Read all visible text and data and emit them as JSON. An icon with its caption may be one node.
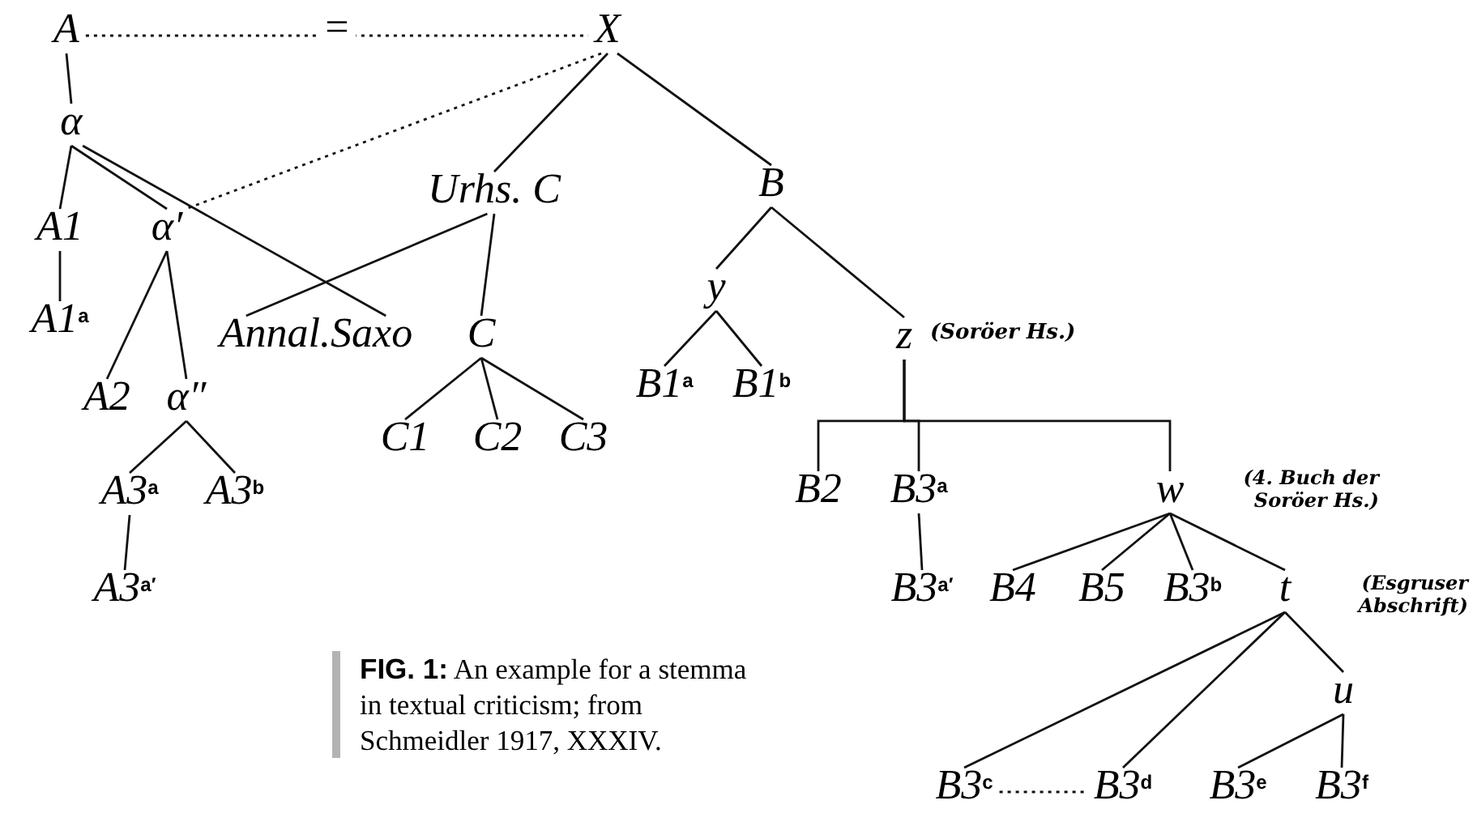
{
  "diagram": {
    "caption": "**FIG. 1:** An example for a stemma in textual criticism; from Schmeidler 1917, XXXIV.",
    "nodes": [
      {
        "text": [
          "A"
        ]
      },
      {
        "text": [
          "X"
        ]
      },
      {
        "text": [
          "α"
        ]
      },
      {
        "text": [
          "Urhs. C"
        ]
      },
      {
        "text": [
          "B"
        ]
      },
      {
        "text": [
          "A1"
        ]
      },
      {
        "text": [
          "α′"
        ]
      },
      {
        "text": [
          "y"
        ]
      },
      {
        "text": [
          "z"
        ],
        "beside": [
          "(Soröer Hs.)"
        ]
      },
      {
        "text": [
          "A1$^{a}$"
        ]
      },
      {
        "text": [
          "Annal.Saxo"
        ]
      },
      {
        "text": [
          "C"
        ]
      },
      {
        "text": [
          "A2"
        ]
      },
      {
        "text": [
          "α″"
        ]
      },
      {
        "text": [
          "B1$^{a}$"
        ]
      },
      {
        "text": [
          "B1$^{b}$"
        ]
      },
      {
        "text": [
          "C1"
        ]
      },
      {
        "text": [
          "C2"
        ]
      },
      {
        "text": [
          "C3"
        ]
      },
      {
        "text": [
          "B2"
        ]
      },
      {
        "text": [
          "B3$^{a}$"
        ]
      },
      {
        "text": [
          "w"
        ],
        "beside": [
          "(4. Buch der Soröer Hs.)"
        ]
      },
      {
        "text": [
          "A3$^{a}$"
        ]
      },
      {
        "text": [
          "A3$^{b}$"
        ]
      },
      {
        "text": [
          "A3$^{a′}$"
        ]
      },
      {
        "text": [
          "B3$^{a′}$"
        ]
      },
      {
        "text": [
          "B4"
        ]
      },
      {
        "text": [
          "B5"
        ]
      },
      {
        "text": [
          "B3$^{b}$"
        ]
      },
      {
        "text": [
          "t"
        ],
        "beside": [
          "(Esgruser Abschrift)"
        ]
      },
      {
        "text": [
          "u"
        ]
      },
      {
        "text": [
          "B3$^{c}$"
        ]
      },
      {
        "text": [
          "B3$^{d}$"
        ]
      },
      {
        "text": [
          "B3$^{e}$"
        ]
      },
      {
        "text": [
          "B3$^{f}$"
        ]
      }
    ],
    "edges": [
      {
        "from": 0,
        "to": 1,
        "arrow": "none",
        "label": "=",
        "style": "dashed"
      },
      {
        "from": 1,
        "to": 6,
        "arrow": "none",
        "style": "dashed"
      },
      {
        "from": 0,
        "to": 2,
        "arrow": "none"
      },
      {
        "from": 1,
        "to": 3,
        "arrow": "none"
      },
      {
        "from": 1,
        "to": 4,
        "arrow": "none"
      },
      {
        "from": 2,
        "to": 5,
        "arrow": "none"
      },
      {
        "from": 2,
        "to": 6,
        "arrow": "none"
      },
      {
        "from": 2,
        "to": 10,
        "arrow": "none"
      },
      {
        "from": 3,
        "to": 10,
        "arrow": "none"
      },
      {
        "from": 3,
        "to": 11,
        "arrow": "none"
      },
      {
        "from": 4,
        "to": 7,
        "arrow": "none"
      },
      {
        "from": 4,
        "to": 8,
        "arrow": "none"
      },
      {
        "from": 5,
        "to": 9,
        "arrow": "none"
      },
      {
        "from": 6,
        "to": 12,
        "arrow": "none"
      },
      {
        "from": 6,
        "to": 13,
        "arrow": "none"
      },
      {
        "from": 7,
        "to": 14,
        "arrow": "none"
      },
      {
        "from": 7,
        "to": 15,
        "arrow": "none"
      },
      {
        "from": 11,
        "to": 16,
        "arrow": "none"
      },
      {
        "from": 11,
        "to": 17,
        "arrow": "none"
      },
      {
        "from": 11,
        "to": 18,
        "arrow": "none"
      },
      {
        "from": 8,
        "to": 19,
        "arrow": "none"
      },
      {
        "from": 8,
        "to": 20,
        "arrow": "none"
      },
      {
        "from": 8,
        "to": 21,
        "arrow": "none"
      },
      {
        "from": 13,
        "to": 22,
        "arrow": "none"
      },
      {
        "from": 13,
        "to": 23,
        "arrow": "none"
      },
      {
        "from": 22,
        "to": 24,
        "arrow": "none"
      },
      {
        "from": 20,
        "to": 25,
        "arrow": "none"
      },
      {
        "from": 21,
        "to": 26,
        "arrow": "none"
      },
      {
        "from": 21,
        "to": 27,
        "arrow": "none"
      },
      {
        "from": 21,
        "to": 28,
        "arrow": "none"
      },
      {
        "from": 21,
        "to": 29,
        "arrow": "none"
      },
      {
        "from": 29,
        "to": 31,
        "arrow": "none"
      },
      {
        "from": 29,
        "to": 32,
        "arrow": "none"
      },
      {
        "from": 29,
        "to": 30,
        "arrow": "none"
      },
      {
        "from": 30,
        "to": 33,
        "arrow": "none"
      },
      {
        "from": 30,
        "to": 34,
        "arrow": "none"
      },
      {
        "from": 31,
        "to": 32,
        "arrow": "none",
        "style": "dashed"
      }
    ]
  }
}
